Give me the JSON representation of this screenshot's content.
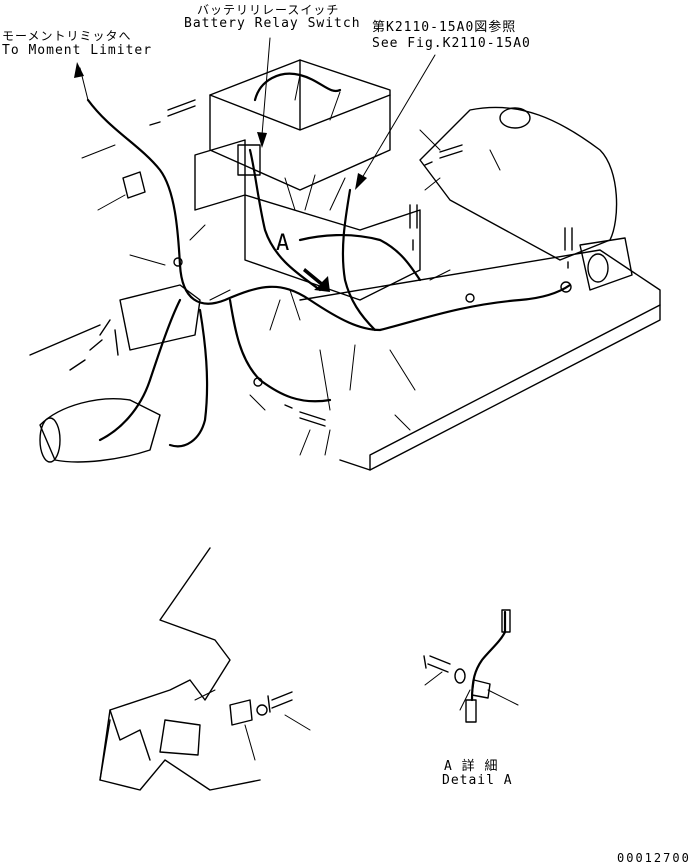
{
  "labels": {
    "moment_limiter_jp": "モーメントリミッタへ",
    "moment_limiter_en": "To Moment Limiter",
    "battery_relay_jp": "バッテリリレースイッチ",
    "battery_relay_en": "Battery Relay Switch",
    "see_fig_jp": "第K2110-15A0図参照",
    "see_fig_en": "See Fig.K2110-15A0",
    "view_marker": "A",
    "detail_jp": "A 詳 細",
    "detail_en": "Detail A",
    "drawing_number": "00012700"
  }
}
